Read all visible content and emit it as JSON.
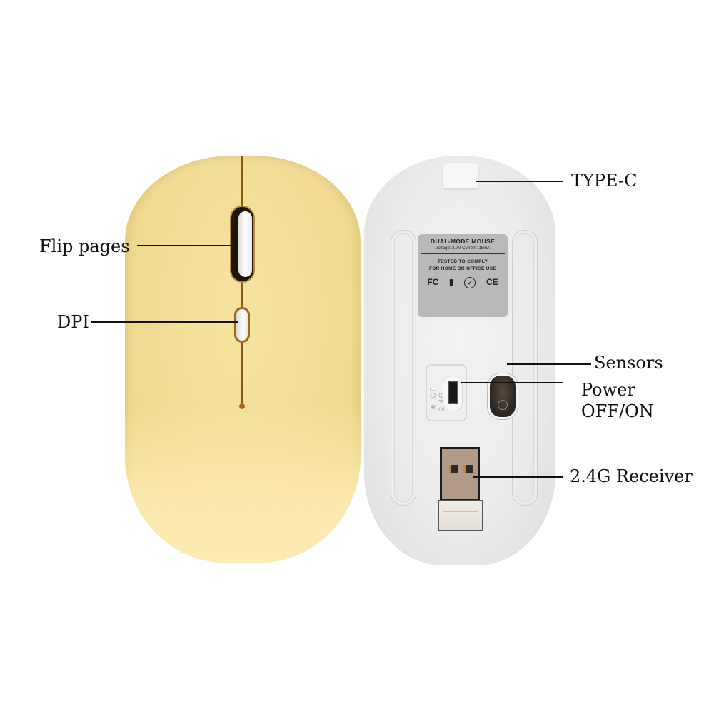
{
  "product": {
    "top_view_color": "#f2dc95",
    "bottom_view_color": "#ececec",
    "accent_seam_color": "#8a5a10"
  },
  "bottom_label": {
    "title": "DUAL-MODE MOUSE",
    "specs": "Voltage: 3.7V  Current: 15mA",
    "line1": "TESTED TO COMPLY",
    "line2": "FOR HOME OR OFFICE USE",
    "icons": [
      "FC",
      "▮",
      "✓",
      "CE"
    ]
  },
  "mode_switch": {
    "text": "✱ OF 2.4G"
  },
  "callouts": {
    "flip_pages": "Flip pages",
    "dpi": "DPI",
    "type_c": "TYPE-C",
    "sensors": "Sensors",
    "power_line1": "Power",
    "power_line2": "OFF/ON",
    "receiver": "2.4G Receiver"
  }
}
